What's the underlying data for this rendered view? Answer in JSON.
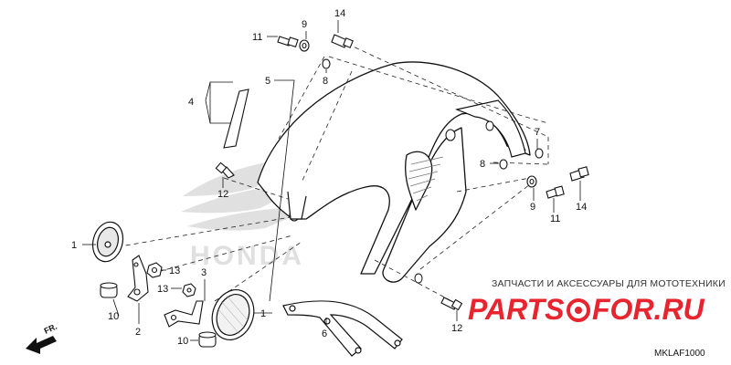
{
  "diagram": {
    "callouts": {
      "c1a": "1",
      "c1b": "1",
      "c2": "2",
      "c3": "3",
      "c4": "4",
      "c5": "5",
      "c6": "6",
      "c7": "7",
      "c8a": "8",
      "c8b": "8",
      "c9a": "9",
      "c9b": "9",
      "c10a": "10",
      "c10b": "10",
      "c11a": "11",
      "c11b": "11",
      "c12a": "12",
      "c12b": "12",
      "c13a": "13",
      "c13b": "13",
      "c14a": "14",
      "c14b": "14"
    },
    "watermark": {
      "caption": "ЗАПЧАСТИ И АКСЕССУАРЫ ДЛЯ МОТОТЕХНИКИ",
      "brand_left": "PARTS",
      "brand_right": "FOR.RU",
      "background_logo": "HONDA"
    },
    "direction_label": "FR.",
    "diagram_code": "MKLAF1000"
  }
}
